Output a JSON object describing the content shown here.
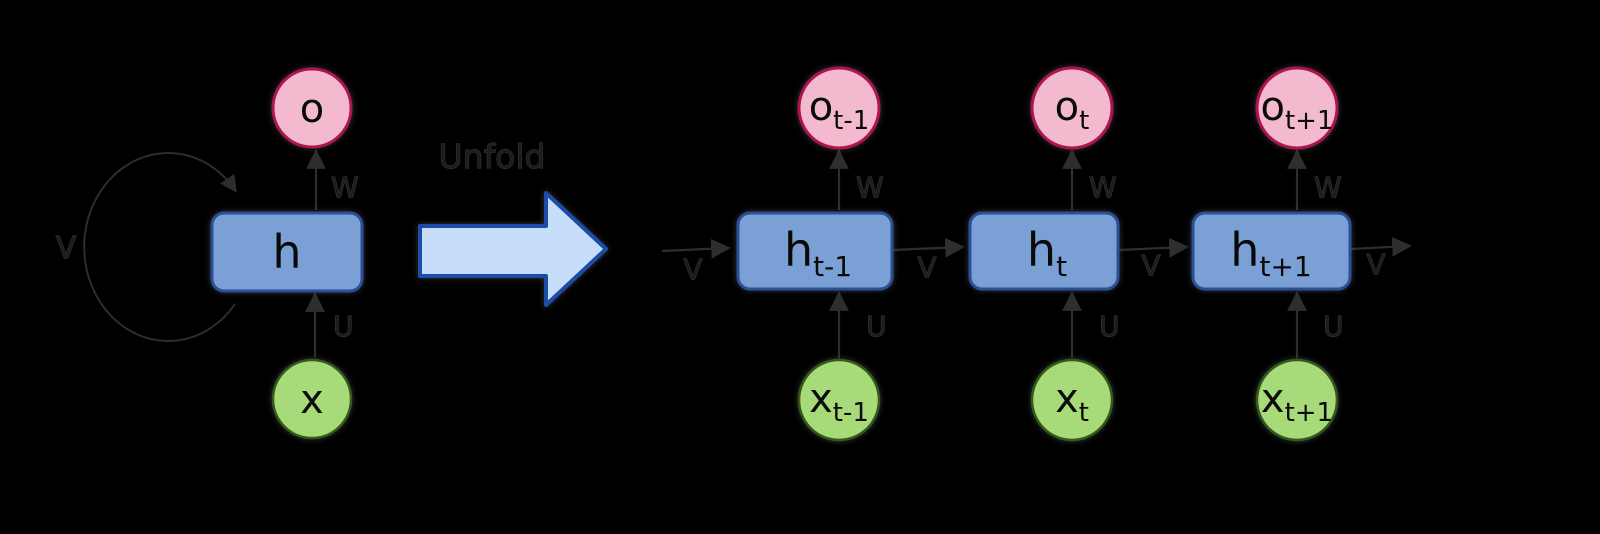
{
  "background": "#000000",
  "colors": {
    "hidden_fill": "#7BA0D6",
    "hidden_stroke": "#2B4F97",
    "output_fill": "#F3B9CE",
    "output_stroke": "#B01351",
    "input_fill": "#A7DB79",
    "input_stroke": "#33591D",
    "unfold_arrow_fill": "#C7DEFA",
    "unfold_arrow_stroke": "#1D4BA8",
    "edge_color": "#2e2e2e",
    "label_color": "#1c1c1c"
  },
  "unfold": {
    "label": "Unfold"
  },
  "folded": {
    "hidden": "h",
    "output": "o",
    "input": "x",
    "weight_v": "V",
    "weight_w": "W",
    "weight_u": "U"
  },
  "unfolded": {
    "v_labels": [
      "V",
      "V",
      "V",
      "V"
    ],
    "cells": [
      {
        "hidden": "h",
        "output": "o",
        "input": "x",
        "sub": "t-1",
        "weight_w": "W",
        "weight_u": "U"
      },
      {
        "hidden": "h",
        "output": "o",
        "input": "x",
        "sub": "t",
        "weight_w": "W",
        "weight_u": "U"
      },
      {
        "hidden": "h",
        "output": "o",
        "input": "x",
        "sub": "t+1",
        "weight_w": "W",
        "weight_u": "U"
      }
    ]
  }
}
